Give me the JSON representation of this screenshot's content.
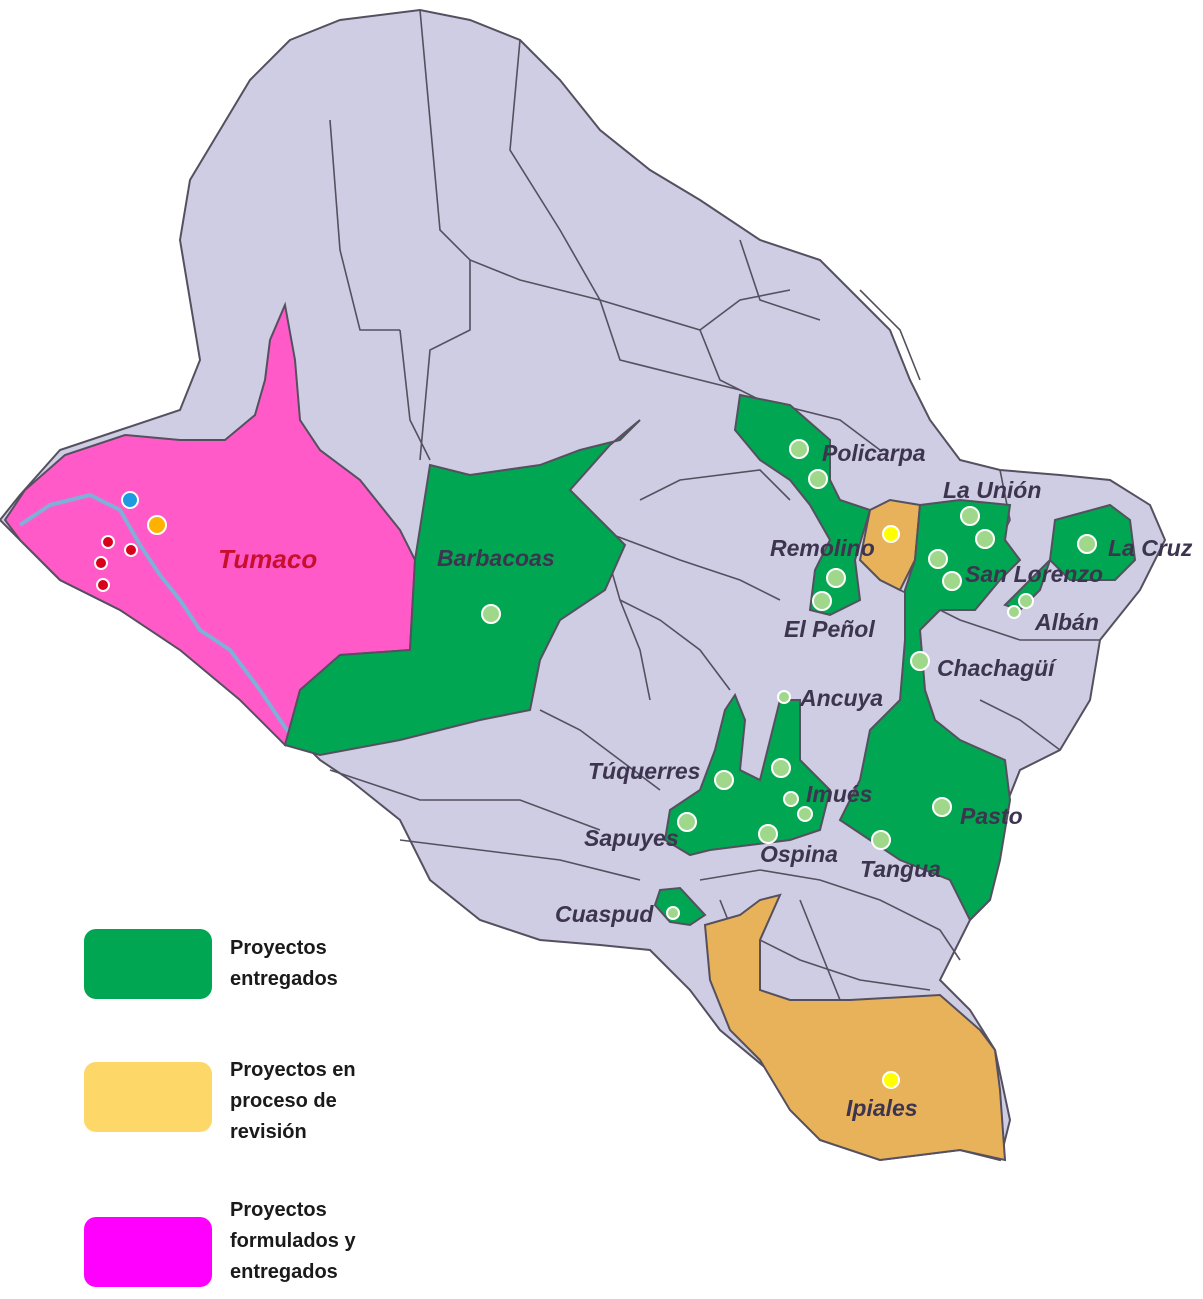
{
  "colors": {
    "base": "#cfcde3",
    "border": "#55505f",
    "delivered": "#00a651",
    "review": "#e8b25a",
    "formulated": "#ff5ac8",
    "river": "#7fb0d8",
    "site_green": "#9fd88a",
    "site_yellow": "#ffff00",
    "site_red": "#d9001b",
    "site_blue": "#1e9be0",
    "site_orange": "#ffb300"
  },
  "map": {
    "labels": {
      "tumaco": "Tumaco",
      "barbacoas": "Barbacoas",
      "policarpa": "Policarpa",
      "la_union": "La Unión",
      "remolino": "Remolino",
      "la_cruz": "La Cruz",
      "san_lorenzo": "San Lorenzo",
      "albán": "Albán",
      "el_penol": "El Peñol",
      "chachagui": "Chachagüí",
      "ancuya": "Ancuya",
      "tuquerres": "Túquerres",
      "imues": "Imués",
      "pasto": "Pasto",
      "sapuyes": "Sapuyes",
      "ospina": "Ospina",
      "tangua": "Tangua",
      "cuaspud": "Cuaspud",
      "ipiales": "Ipiales"
    }
  },
  "legend": [
    {
      "label": "Proyectos\nentregados",
      "color": "#00a651"
    },
    {
      "label": "Proyectos en\nproceso de\nrevisión",
      "color": "#fdd868"
    },
    {
      "label": "Proyectos\nformulados y\nentregados",
      "color": "#ff00ff"
    }
  ]
}
